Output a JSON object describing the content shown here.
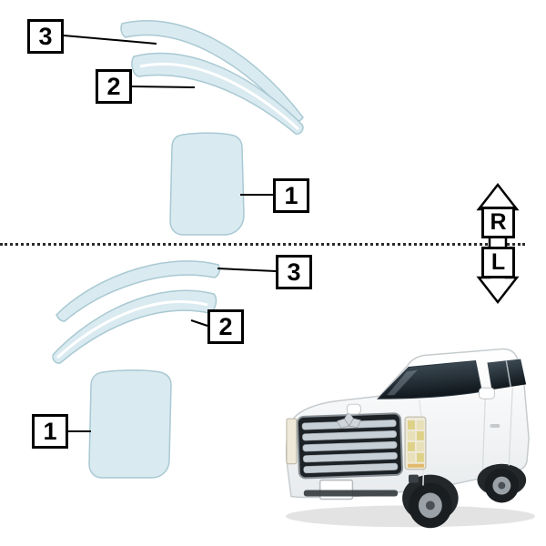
{
  "diagram": {
    "top_labels": {
      "part3": "3",
      "part2": "2",
      "part1": "1"
    },
    "bottom_labels": {
      "part3": "3",
      "part2": "2",
      "part1": "1"
    },
    "direction": {
      "right": "R",
      "left": "L"
    }
  },
  "colors": {
    "film_fill": "#d9eaf0",
    "film_stroke": "#a9c9d3",
    "label_border": "#000000",
    "background": "#ffffff"
  },
  "vehicle": {
    "description": "white minivan front three-quarter view"
  }
}
